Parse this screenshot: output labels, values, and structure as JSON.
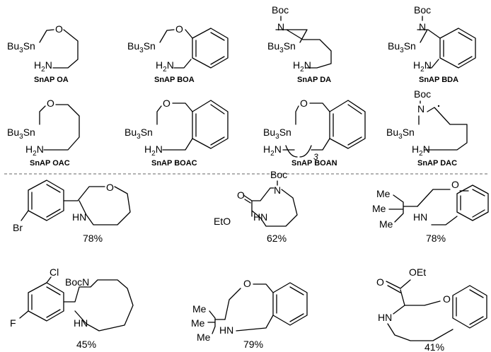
{
  "reagents": [
    {
      "name": "SnAP OA"
    },
    {
      "name": "SnAP BOA"
    },
    {
      "name": "SnAP DA"
    },
    {
      "name": "SnAP BDA"
    },
    {
      "name": "SnAP OAC"
    },
    {
      "name": "SnAP BOAC"
    },
    {
      "name": "SnAP BOAN"
    },
    {
      "name": "SnAP DAC"
    }
  ],
  "atoms": {
    "tin_prefix": "Bu",
    "tin_sub": "3",
    "tin_suffix": "Sn",
    "amine": "H",
    "amine_sub": "2",
    "amine_n": "N",
    "oxygen": "O",
    "nitrogen": "N",
    "boc": "Boc",
    "loop_sub": "3",
    "nh": "HN",
    "br": "Br",
    "cl": "Cl",
    "f": "F",
    "me": "Me",
    "eto": "EtO",
    "oet": "OEt",
    "bocn": "BocN"
  },
  "products": [
    {
      "yield": "78%"
    },
    {
      "yield": "62%"
    },
    {
      "yield": "78%"
    },
    {
      "yield": "45%"
    },
    {
      "yield": "79%"
    },
    {
      "yield": "41%"
    }
  ]
}
